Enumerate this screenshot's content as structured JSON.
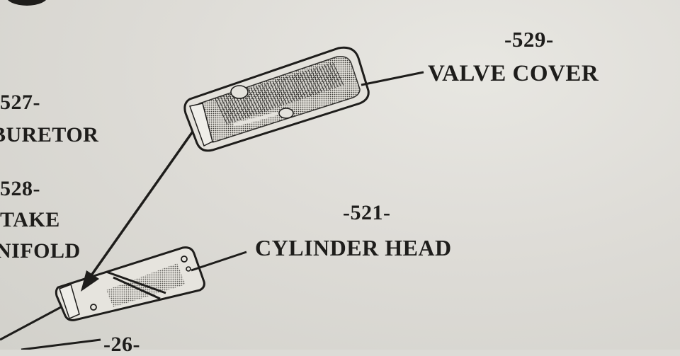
{
  "labels": {
    "p529_num": "-529-",
    "p529_name": "VALVE COVER",
    "p521_num": "-521-",
    "p521_name": "CYLINDER HEAD",
    "p527_num": "527-",
    "p527_name": "BURETOR",
    "p528_num": "528-",
    "p528_name1": "TAKE",
    "p528_name2": "NIFOLD",
    "p26_num": "-26-"
  },
  "colors": {
    "paper": "#dcdbd6",
    "ink": "#1e1d1b"
  }
}
